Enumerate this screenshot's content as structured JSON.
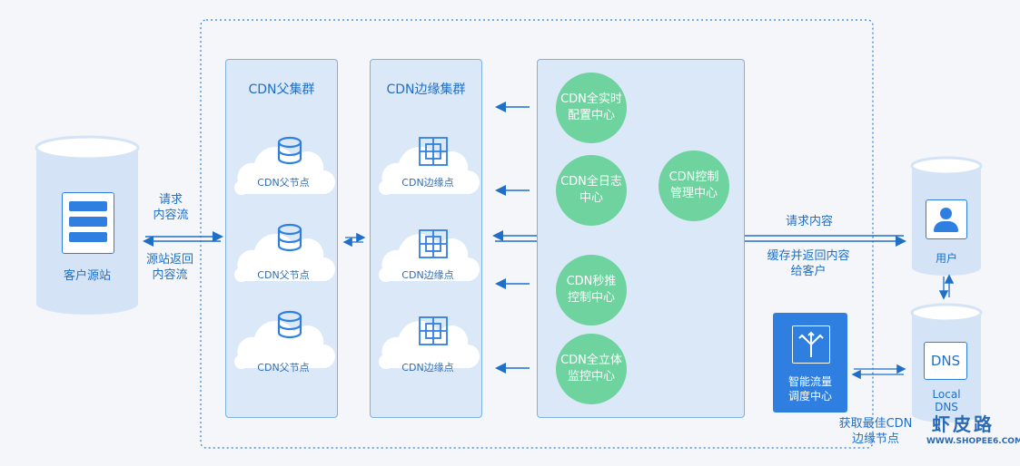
{
  "panels": {
    "parent": {
      "title": "CDN父集群",
      "node_label": "CDN父节点"
    },
    "edge": {
      "title": "CDN边缘集群",
      "node_label": "CDN边缘点"
    }
  },
  "nodes": {
    "parent": [
      "CDN父节点",
      "CDN父节点",
      "CDN父节点"
    ],
    "edge": [
      "CDN边缘点",
      "CDN边缘点",
      "CDN边缘点"
    ]
  },
  "origin": {
    "label": "客户源站"
  },
  "origin_flow": {
    "request": "请求\n内容流",
    "return": "源站返回\n内容流"
  },
  "centers": {
    "realtime_config": "CDN全实时\n配置中心",
    "log": "CDN全日志\n中心",
    "push": "CDN秒推\n控制中心",
    "monitor": "CDN全立体\n监控中心",
    "control": "CDN控制\n管理中心"
  },
  "user_flow": {
    "request": "请求内容",
    "return": "缓存并返回内容\n给客户"
  },
  "user": {
    "label": "用户"
  },
  "local_dns": {
    "icon_text": "DNS",
    "label": "Local\nDNS"
  },
  "smart": {
    "label": "智能流量\n调度中心"
  },
  "best_edge": "获取最佳CDN\n边缘节点",
  "watermark": {
    "brand": "虾皮路",
    "url": "WWW.SHOPEE6.COM"
  },
  "colors": {
    "accent": "#1f6fc8",
    "green": "#6ed39e",
    "panel": "#dbe8f7"
  }
}
